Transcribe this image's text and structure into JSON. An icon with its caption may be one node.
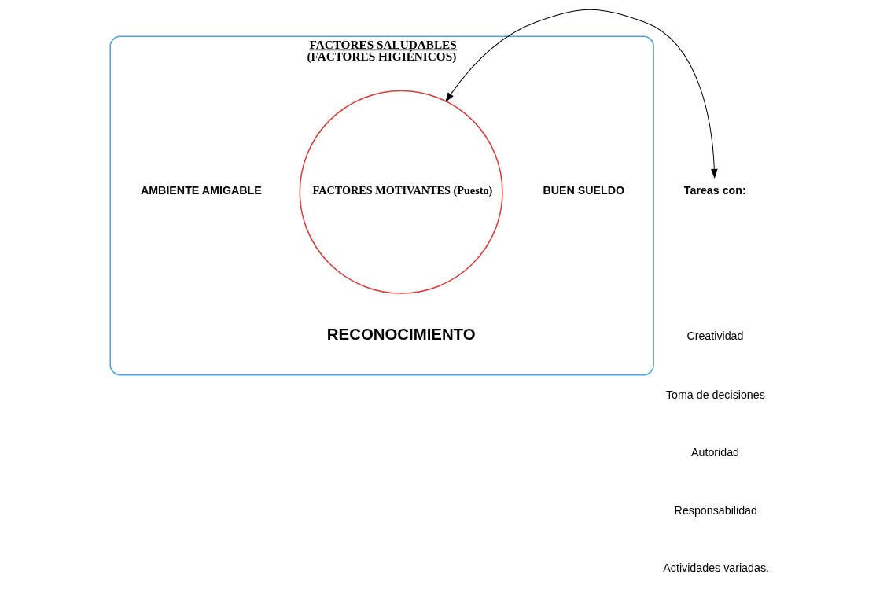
{
  "diagram": {
    "nodes": [
      {
        "text": [
          "FACTORES SALUDABLES",
          "(FACTORES HIGIÉNICOS)"
        ]
      },
      {
        "text": [
          "FACTORES MOTIVANTES (Puesto)"
        ],
        "in": 0
      },
      {
        "text": [
          "Tareas con:"
        ]
      }
    ],
    "edges": [
      {
        "from": 2,
        "to": 1,
        "arrow": "both"
      }
    ],
    "labels": [
      "AMBIENTE AMIGABLE",
      "BUEN SUELDO",
      "RECONOCIMIENTO",
      "Creatividad",
      "Toma de decisiones",
      "Autoridad",
      "Responsabilidad",
      "Actividades variadas."
    ]
  }
}
